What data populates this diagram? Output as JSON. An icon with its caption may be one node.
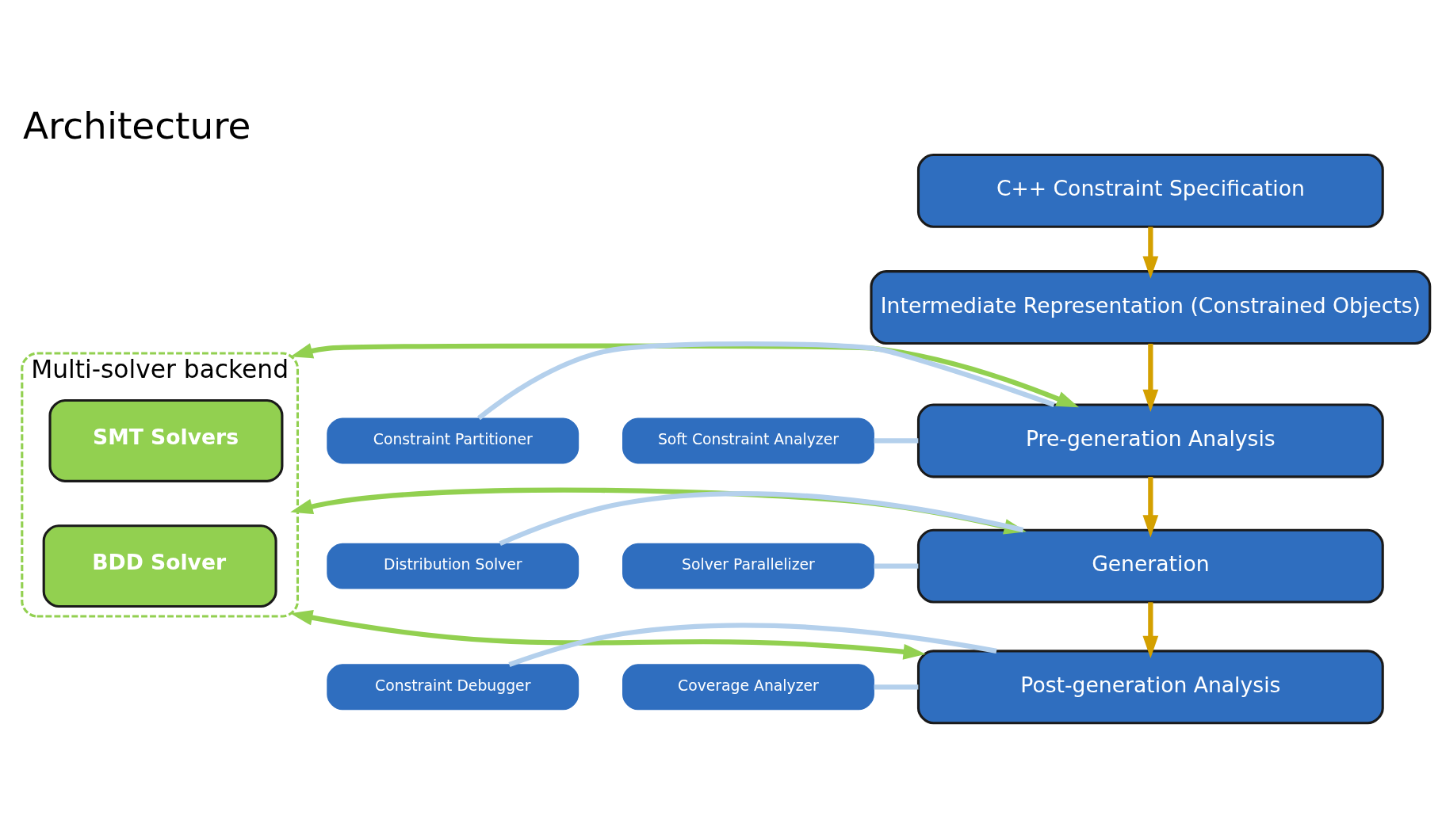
{
  "diagram": {
    "title": "Architecture",
    "nodes": [
      {
        "text": [
          "C++ Constraint Specification"
        ]
      },
      {
        "text": [
          "Intermediate Representation (Constrained Objects)"
        ]
      },
      {
        "text": [
          "Pre-generation Analysis"
        ]
      },
      {
        "text": [
          "Generation"
        ]
      },
      {
        "text": [
          "Post-generation Analysis"
        ]
      },
      {
        "text": [
          "Multi-solver backend"
        ]
      },
      {
        "text": [
          "SMT Solvers"
        ],
        "in": 5
      },
      {
        "text": [
          "BDD Solver"
        ],
        "in": 5
      },
      {
        "text": [
          "Constraint Partitioner"
        ]
      },
      {
        "text": [
          "Soft Constraint Analyzer"
        ]
      },
      {
        "text": [
          "Distribution Solver"
        ]
      },
      {
        "text": [
          "Solver Parallelizer"
        ]
      },
      {
        "text": [
          "Constraint Debugger"
        ]
      },
      {
        "text": [
          "Coverage Analyzer"
        ]
      }
    ],
    "edges": [
      {
        "from": 0,
        "to": 1,
        "arrow": "to",
        "color": "#d4a000"
      },
      {
        "from": 1,
        "to": 2,
        "arrow": "to",
        "color": "#d4a000"
      },
      {
        "from": 2,
        "to": 3,
        "arrow": "to",
        "color": "#d4a000"
      },
      {
        "from": 3,
        "to": 4,
        "arrow": "to",
        "color": "#d4a000"
      },
      {
        "from": 2,
        "to": 5,
        "arrow": "both",
        "color": "#92d050"
      },
      {
        "from": 3,
        "to": 5,
        "arrow": "both",
        "color": "#92d050"
      },
      {
        "from": 4,
        "to": 5,
        "arrow": "both",
        "color": "#92d050"
      },
      {
        "from": 8,
        "to": 2,
        "arrow": "none",
        "color": "#b4d0ec"
      },
      {
        "from": 9,
        "to": 2,
        "arrow": "none",
        "color": "#b4d0ec"
      },
      {
        "from": 10,
        "to": 3,
        "arrow": "none",
        "color": "#b4d0ec"
      },
      {
        "from": 11,
        "to": 3,
        "arrow": "none",
        "color": "#b4d0ec"
      },
      {
        "from": 12,
        "to": 4,
        "arrow": "none",
        "color": "#b4d0ec"
      },
      {
        "from": 13,
        "to": 4,
        "arrow": "none",
        "color": "#b4d0ec"
      }
    ]
  }
}
